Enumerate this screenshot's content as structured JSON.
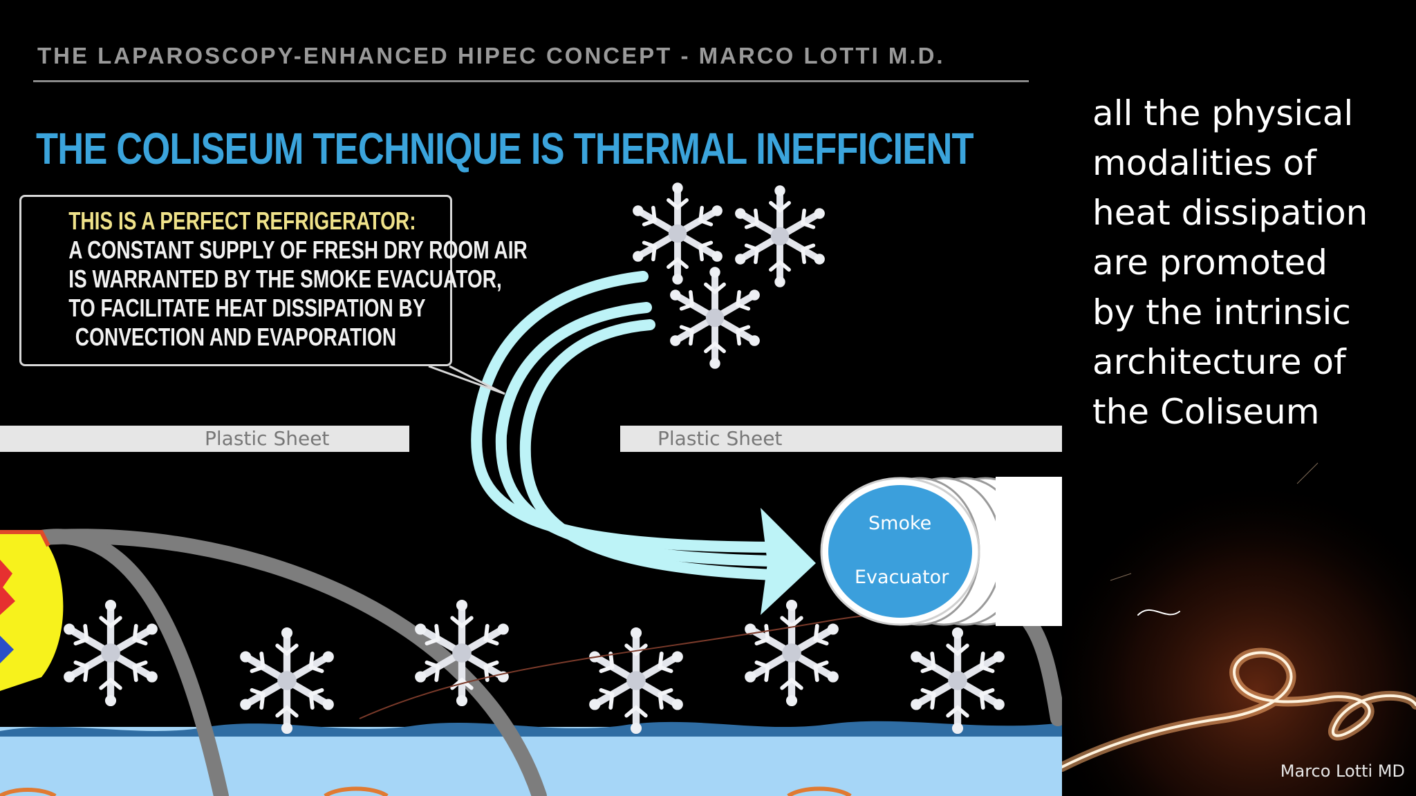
{
  "header": {
    "text": "THE LAPAROSCOPY-ENHANCED HIPEC CONCEPT - MARCO LOTTI M.D."
  },
  "title": {
    "text": "THE COLISEUM TECHNIQUE IS THERMAL INEFFICIENT"
  },
  "callout": {
    "heading": "THIS IS A PERFECT REFRIGERATOR:",
    "lines": [
      "A CONSTANT SUPPLY OF FRESH DRY ROOM AIR",
      "IS WARRANTED BY THE SMOKE EVACUATOR,",
      "TO FACILITATE HEAT DISSIPATION BY",
      "CONVECTION AND EVAPORATION"
    ]
  },
  "sheets": {
    "left": "Plastic Sheet",
    "right": "Plastic Sheet"
  },
  "evacuator": {
    "line1": "Smoke",
    "line2": "Evacuator"
  },
  "side_caption": {
    "lines": [
      "all the physical",
      "modalities of",
      "heat dissipation",
      "are promoted",
      "by the intrinsic",
      "architecture of",
      "the Coliseum"
    ]
  },
  "credit": "Marco Lotti MD",
  "icons": [
    "snowflake-icon",
    "airflow-arrow-icon",
    "smoke-evacuator-icon"
  ],
  "colors": {
    "title_blue": "#3ba4dc",
    "callout_heading": "#efe28a",
    "airflow": "#bdf3f7",
    "evacuator": "#3b9fdc",
    "fluid": "#a6d6f7"
  }
}
